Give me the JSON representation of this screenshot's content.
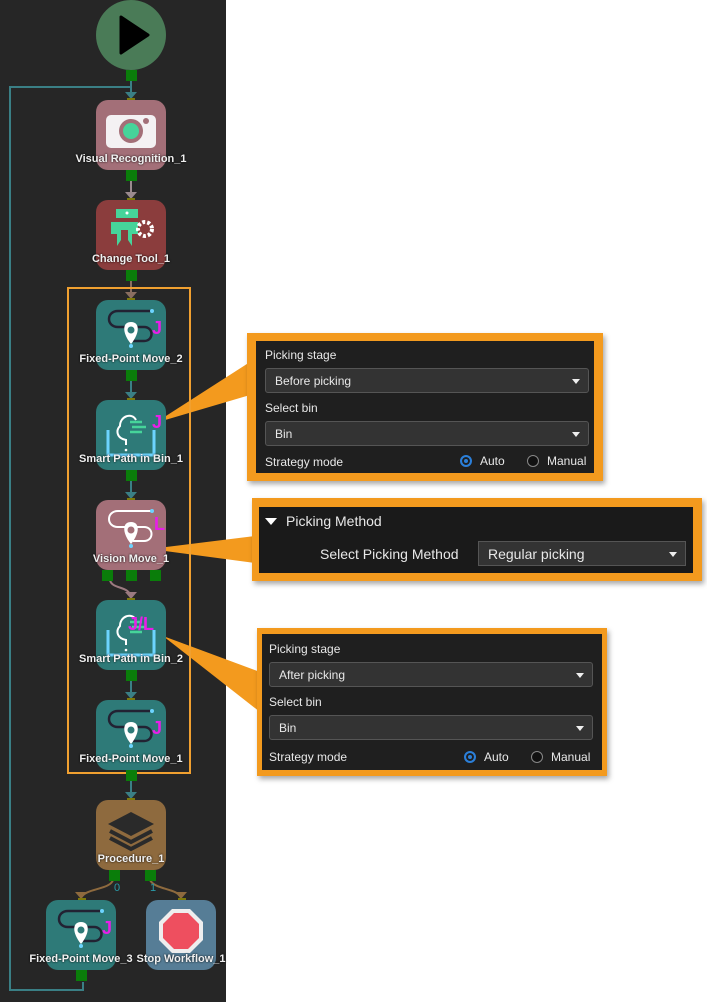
{
  "workflow": {
    "start": {
      "icon": "play-icon"
    },
    "nodes": [
      {
        "id": "visual-recognition",
        "label": "Visual Recognition_1",
        "color": "#a36f78",
        "icon": "camera-icon"
      },
      {
        "id": "change-tool",
        "label": "Change Tool_1",
        "color": "#8b3d3d",
        "icon": "gripper-gear-icon"
      },
      {
        "id": "fixed-point-move-2",
        "label": "Fixed-Point Move_2",
        "color": "#2e7a78",
        "icon": "location-path-icon",
        "badge": "J"
      },
      {
        "id": "smart-path-in-bin-1",
        "label": "Smart Path in Bin_1",
        "color": "#2e7a78",
        "icon": "head-bin-icon",
        "badge": "J"
      },
      {
        "id": "vision-move-1",
        "label": "Vision Move_1",
        "color": "#a36f78",
        "icon": "location-path-icon",
        "badge": "L"
      },
      {
        "id": "smart-path-in-bin-2",
        "label": "Smart Path in Bin_2",
        "color": "#2e7a78",
        "icon": "head-bin-icon",
        "badge": "J/L"
      },
      {
        "id": "fixed-point-move-1",
        "label": "Fixed-Point Move_1",
        "color": "#2e7a78",
        "icon": "location-path-icon",
        "badge": "J"
      },
      {
        "id": "procedure-1",
        "label": "Procedure_1",
        "color": "#8e6a3e",
        "icon": "layers-icon"
      },
      {
        "id": "fixed-point-move-3",
        "label": "Fixed-Point Move_3",
        "color": "#2e7a78",
        "icon": "location-path-icon",
        "badge": "J"
      },
      {
        "id": "stop-workflow-1",
        "label": "Stop Workflow_1",
        "color": "#567d96",
        "icon": "stop-sign-icon"
      }
    ],
    "procedure_ports": [
      "0",
      "1"
    ],
    "colors": {
      "canvas": "#262626",
      "port_out": "#0a7d0a",
      "port_in": "#7d7a0a",
      "loop_wire": "#3a7f85",
      "group_border": "#f0a030",
      "badge": "#e81ee8"
    }
  },
  "callouts": {
    "smart_path_1": {
      "picking_stage_label": "Picking stage",
      "picking_stage_value": "Before picking",
      "select_bin_label": "Select bin",
      "select_bin_value": "Bin",
      "strategy_mode_label": "Strategy mode",
      "options": [
        "Auto",
        "Manual"
      ],
      "selected": "Auto"
    },
    "vision_move": {
      "section_title": "Picking Method",
      "field_label": "Select Picking Method",
      "field_value": "Regular picking"
    },
    "smart_path_2": {
      "picking_stage_label": "Picking stage",
      "picking_stage_value": "After picking",
      "select_bin_label": "Select bin",
      "select_bin_value": "Bin",
      "strategy_mode_label": "Strategy mode",
      "options": [
        "Auto",
        "Manual"
      ],
      "selected": "Auto"
    },
    "accent": "#f39a1e"
  }
}
